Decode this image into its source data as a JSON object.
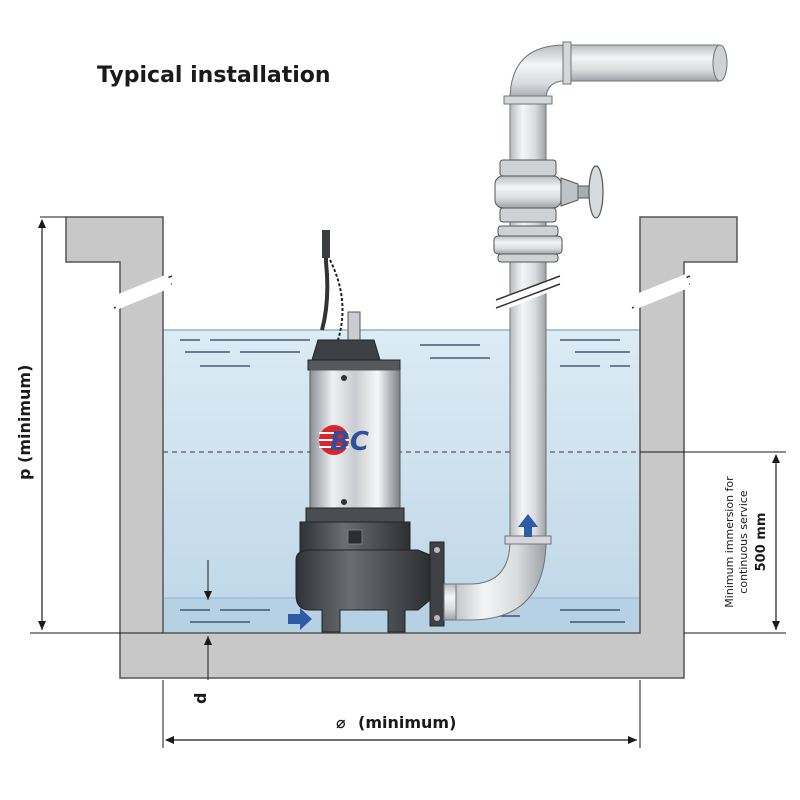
{
  "title": "Typical installation",
  "labels": {
    "p_min": "p (minimum)",
    "width_min": "(minimum)",
    "diameter_symbol": "⌀",
    "d": "d",
    "immersion_line1": "Minimum immersion for",
    "immersion_line2": "continuous service",
    "immersion_value": "500 mm"
  },
  "logo": {
    "text": "BC"
  },
  "colors": {
    "wall": "#c8c8c8",
    "water_top": "#dbe9f2",
    "water_bottom": "#c3d9e8",
    "pipe": "#e6e8ea",
    "pump_body": "#dfe2e5",
    "pump_base": "#4a4d52",
    "arrow": "#2e5aa6",
    "logo_red": "#d9262c",
    "logo_blue": "#2e4f9b"
  }
}
